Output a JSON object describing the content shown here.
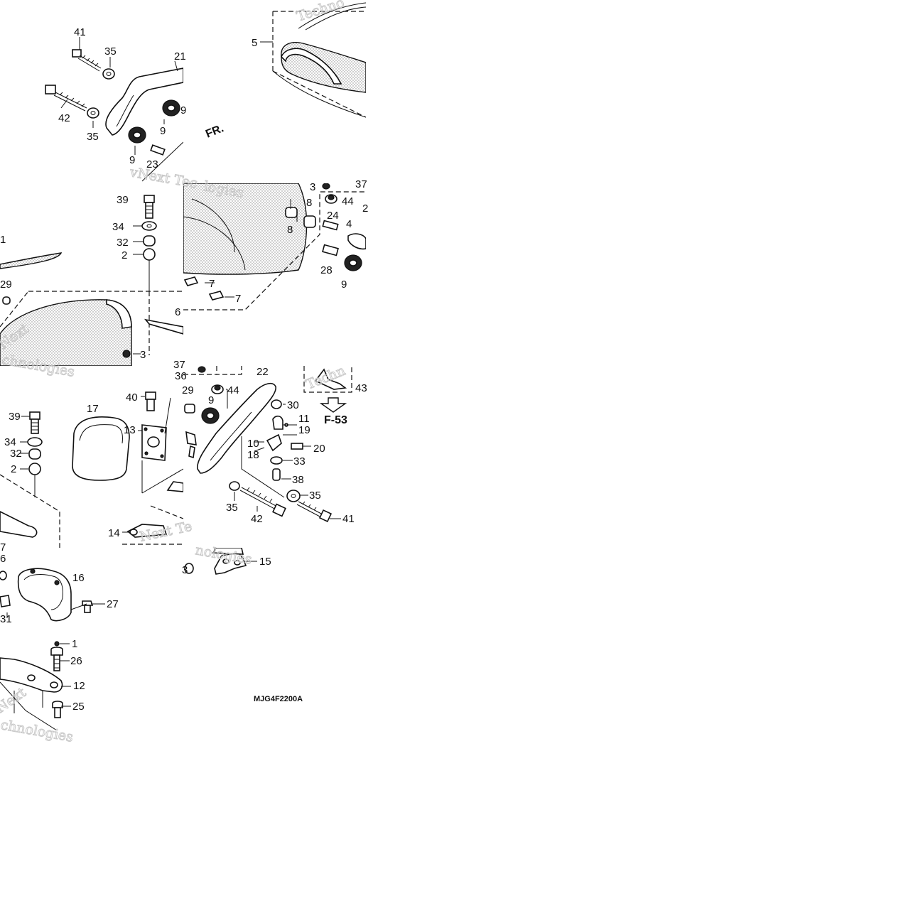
{
  "diagram": {
    "code": "MJG4F2200A",
    "front_arrow_label": "FR.",
    "ref_label": "F-53",
    "watermarks": [
      "Techno",
      "vNext Tec",
      "logies",
      "Next",
      "chnologies",
      "Techn",
      "Next Te",
      "nologies"
    ],
    "callouts": [
      "41",
      "35",
      "21",
      "42",
      "35",
      "9",
      "9",
      "23",
      "9",
      "5",
      "39",
      "34",
      "32",
      "2",
      "1",
      "29",
      "6",
      "3",
      "3",
      "8",
      "8",
      "44",
      "24",
      "4",
      "28",
      "9",
      "7",
      "7",
      "37",
      "2",
      "37",
      "36",
      "22",
      "44",
      "29",
      "9",
      "40",
      "17",
      "13",
      "30",
      "11",
      "19",
      "39",
      "34",
      "32",
      "2",
      "10",
      "18",
      "20",
      "33",
      "38",
      "35",
      "35",
      "42",
      "41",
      "14",
      "43",
      "16",
      "6",
      "27",
      "31",
      "1",
      "26",
      "12",
      "25",
      "15",
      "3",
      "7"
    ]
  }
}
